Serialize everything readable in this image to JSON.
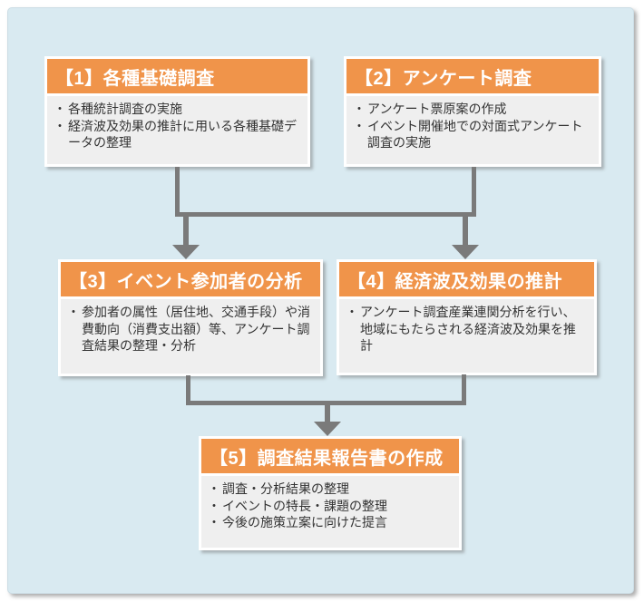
{
  "diagram": {
    "bullet_char": "・",
    "colors": {
      "page_bg": "#ffffff",
      "panel_bg": "#d9eaf1",
      "panel_border": "#ccdde5",
      "header_bg": "#f0944a",
      "header_text": "#ffffff",
      "card_bg": "#ffffff",
      "body_bg": "#efefef",
      "body_text": "#333333",
      "arrow": "#7a7a7a"
    },
    "boxes": [
      {
        "title": "【1】各種基礎調査",
        "bullets": [
          "各種統計調査の実施",
          "経済波及効果の推計に用いる各種基礎データの整理"
        ]
      },
      {
        "title": "【2】アンケート調査",
        "bullets": [
          "アンケート票原案の作成",
          "イベント開催地での対面式アンケート調査の実施"
        ]
      },
      {
        "title": "【3】イベント参加者の分析",
        "bullets": [
          "参加者の属性（居住地、交通手段）や消費動向（消費支出額）等、アンケート調査結果の整理・分析"
        ]
      },
      {
        "title": "【4】経済波及効果の推計",
        "bullets": [
          "アンケート調査産業連関分析を行い、地域にもたらされる経済波及効果を推計"
        ]
      },
      {
        "title": "【5】調査結果報告書の作成",
        "bullets": [
          "調査・分析結果の整理",
          "イベントの特長・課題の整理",
          "今後の施策立案に向けた提言"
        ]
      }
    ]
  }
}
